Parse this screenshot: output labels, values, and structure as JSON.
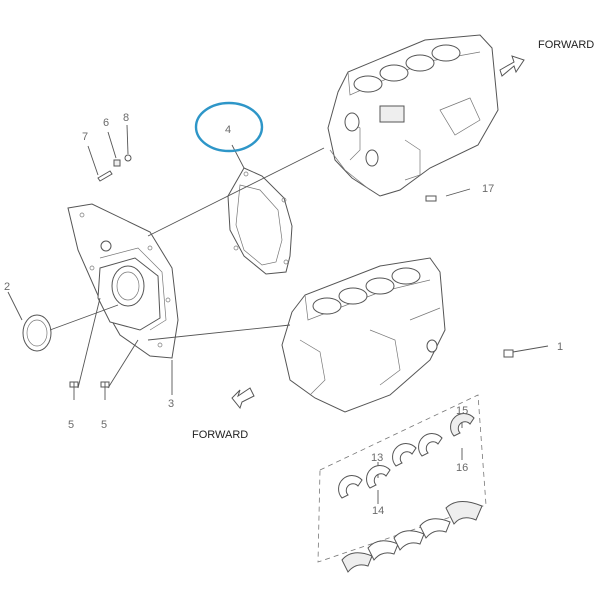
{
  "forward_labels": [
    "FORWARD",
    "FORWARD"
  ],
  "callouts": {
    "c1": "1",
    "c2": "2",
    "c3": "3",
    "c4": "4",
    "c5a": "5",
    "c5b": "5",
    "c6": "6",
    "c7": "7",
    "c8": "8",
    "c13": "13",
    "c14": "14",
    "c15": "15",
    "c16": "16",
    "c17": "17"
  },
  "highlight": {
    "target": "4",
    "color": "#2e96c8"
  }
}
